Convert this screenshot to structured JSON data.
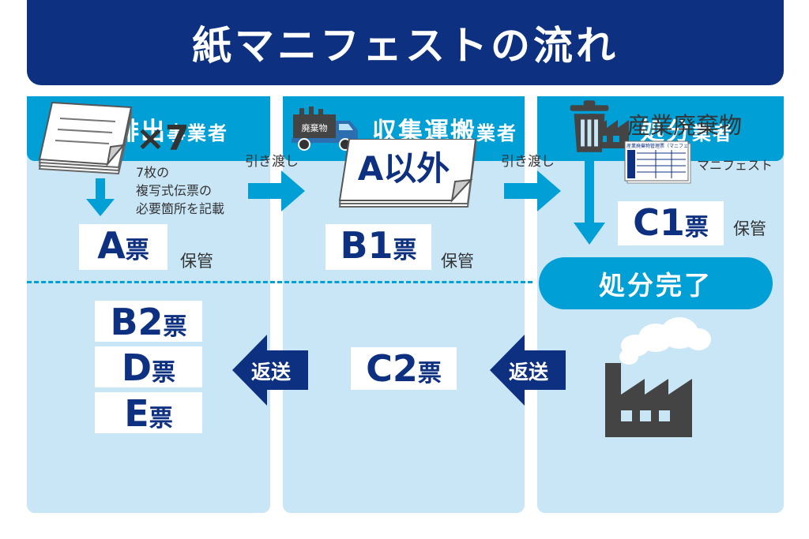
{
  "title": "紙マニフェストの流れ",
  "panels": {
    "emitter": {
      "count": "×7",
      "count_desc": [
        "7枚の",
        "複写式伝票の",
        "必要箇所を記載"
      ],
      "ticket": {
        "code": "A",
        "suffix": "票"
      },
      "storage_label": "保管",
      "return_tickets": [
        {
          "code": "B2",
          "suffix": "票"
        },
        {
          "code": "D",
          "suffix": "票"
        },
        {
          "code": "E",
          "suffix": "票"
        }
      ],
      "footer_main": "排出",
      "footer_sub": "事業者"
    },
    "transporter": {
      "doc_label": "A以外",
      "ticket": {
        "code": "B1",
        "suffix": "票"
      },
      "storage_label": "保管",
      "return_ticket": {
        "code": "C2",
        "suffix": "票"
      },
      "truck_label": "廃棄物",
      "footer_main": "収集運搬",
      "footer_sub": "業者"
    },
    "disposer": {
      "waste_label": "産業廃棄物",
      "manifest_form_title": "産業廃棄物管理票（マニフェスト）",
      "manifest_label": "マニフェスト",
      "ticket": {
        "code": "C1",
        "suffix": "票"
      },
      "storage_label": "保管",
      "done_label": "処分完了",
      "footer_main": "処分",
      "footer_sub": "業者"
    }
  },
  "flows": {
    "handover_1": "引き渡し",
    "handover_2": "引き渡し",
    "return_1": "返送",
    "return_2": "返送"
  },
  "colors": {
    "navy": "#0e3080",
    "panel": "#c9e6f7",
    "accent": "#009fd6",
    "icon": "#444444"
  }
}
